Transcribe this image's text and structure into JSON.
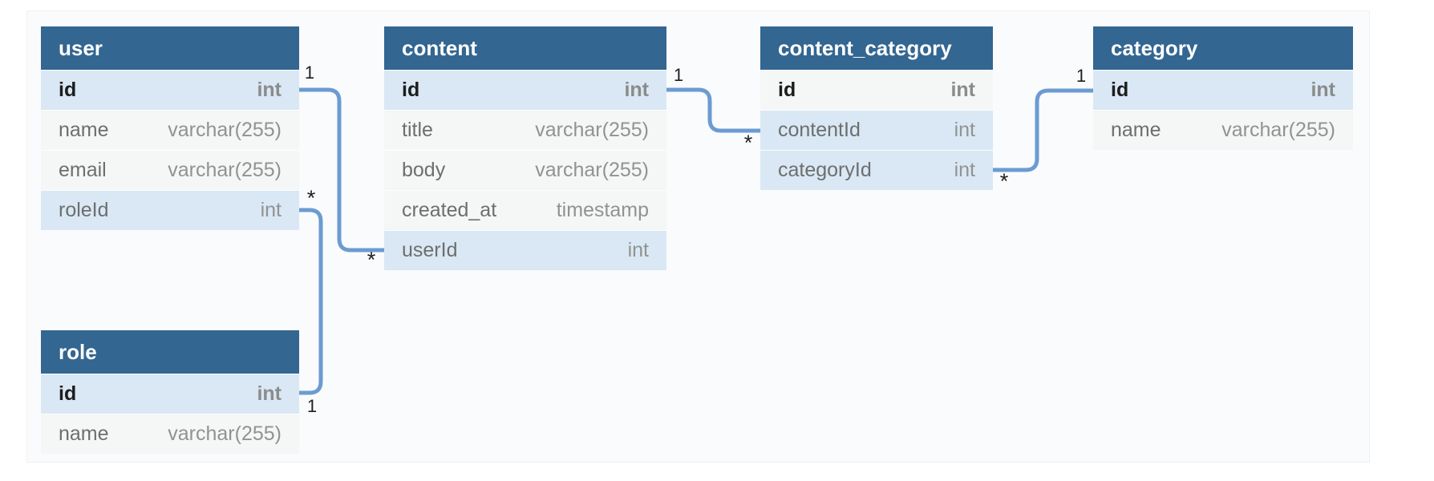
{
  "diagram": {
    "colors": {
      "table_header": "#336691",
      "row_highlight": "#d9e8f4",
      "row_default": "#f5f6f6",
      "connector": "#6c9bd2",
      "canvas_background": "#fafbfc"
    },
    "tables": [
      {
        "name": "user",
        "columns": [
          {
            "name": "id",
            "type": "int",
            "key": true,
            "highlighted": true
          },
          {
            "name": "name",
            "type": "varchar(255)",
            "key": false,
            "highlighted": false
          },
          {
            "name": "email",
            "type": "varchar(255)",
            "key": false,
            "highlighted": false
          },
          {
            "name": "roleId",
            "type": "int",
            "key": false,
            "highlighted": true
          }
        ]
      },
      {
        "name": "content",
        "columns": [
          {
            "name": "id",
            "type": "int",
            "key": true,
            "highlighted": true
          },
          {
            "name": "title",
            "type": "varchar(255)",
            "key": false,
            "highlighted": false
          },
          {
            "name": "body",
            "type": "varchar(255)",
            "key": false,
            "highlighted": false
          },
          {
            "name": "created_at",
            "type": "timestamp",
            "key": false,
            "highlighted": false
          },
          {
            "name": "userId",
            "type": "int",
            "key": false,
            "highlighted": true
          }
        ]
      },
      {
        "name": "content_category",
        "columns": [
          {
            "name": "id",
            "type": "int",
            "key": true,
            "highlighted": false
          },
          {
            "name": "contentId",
            "type": "int",
            "key": false,
            "highlighted": true
          },
          {
            "name": "categoryId",
            "type": "int",
            "key": false,
            "highlighted": true
          }
        ]
      },
      {
        "name": "category",
        "columns": [
          {
            "name": "id",
            "type": "int",
            "key": true,
            "highlighted": true
          },
          {
            "name": "name",
            "type": "varchar(255)",
            "key": false,
            "highlighted": false
          }
        ]
      },
      {
        "name": "role",
        "columns": [
          {
            "name": "id",
            "type": "int",
            "key": true,
            "highlighted": true
          },
          {
            "name": "name",
            "type": "varchar(255)",
            "key": false,
            "highlighted": false
          }
        ]
      }
    ],
    "relationships": [
      {
        "from": "user.id",
        "to": "content.userId",
        "from_card": "1",
        "to_card": "*"
      },
      {
        "from": "content.id",
        "to": "content_category.contentId",
        "from_card": "1",
        "to_card": "*"
      },
      {
        "from": "content_category.categoryId",
        "to": "category.id",
        "from_card": "*",
        "to_card": "1"
      },
      {
        "from": "user.roleId",
        "to": "role.id",
        "from_card": "*",
        "to_card": "1"
      }
    ]
  }
}
